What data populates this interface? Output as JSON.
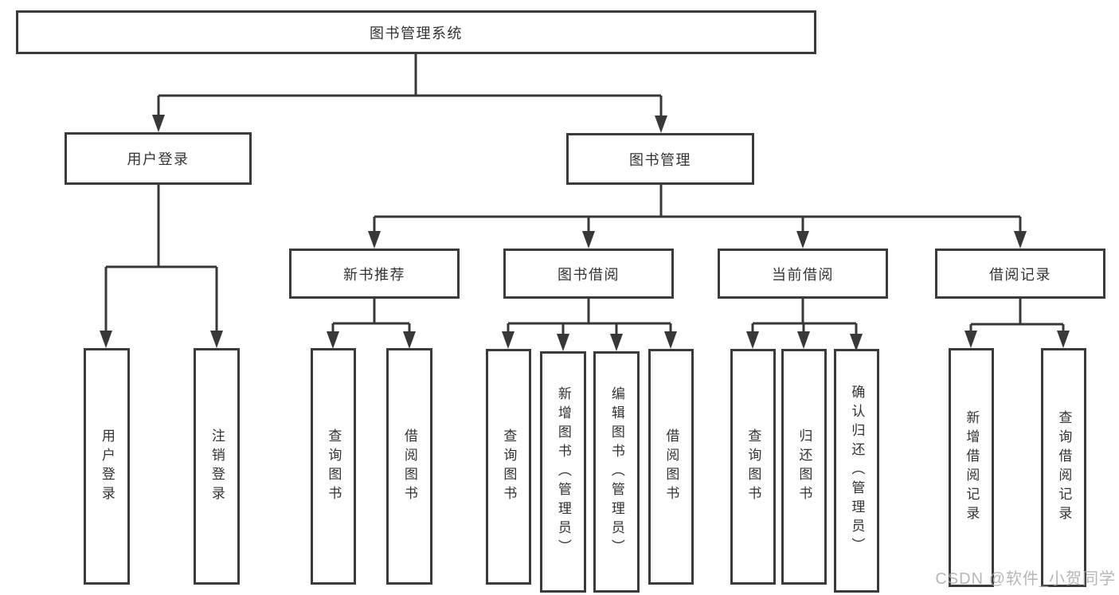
{
  "diagram": {
    "root": {
      "label": "图书管理系统"
    },
    "branches": [
      {
        "label": "用户登录",
        "children": [
          {
            "label": "用户登录"
          },
          {
            "label": "注销登录"
          }
        ]
      },
      {
        "label": "图书管理",
        "children": [
          {
            "label": "新书推荐",
            "children": [
              {
                "label": "查询图书"
              },
              {
                "label": "借阅图书"
              }
            ]
          },
          {
            "label": "图书借阅",
            "children": [
              {
                "label": "查询图书"
              },
              {
                "label": "新增图书（管理员）"
              },
              {
                "label": "编辑图书（管理员）"
              },
              {
                "label": "借阅图书"
              }
            ]
          },
          {
            "label": "当前借阅",
            "children": [
              {
                "label": "查询图书"
              },
              {
                "label": "归还图书"
              },
              {
                "label": "确认归还（管理员）"
              }
            ]
          },
          {
            "label": "借阅记录",
            "children": [
              {
                "label": "新增借阅记录"
              },
              {
                "label": "查询借阅记录"
              }
            ]
          }
        ]
      }
    ]
  },
  "watermark": {
    "text": "CSDN @软件_小贺同学"
  },
  "colors": {
    "line": "#383838",
    "text": "#333333",
    "watermark": "#aaaaaa",
    "box_bg": "#ffffff"
  }
}
